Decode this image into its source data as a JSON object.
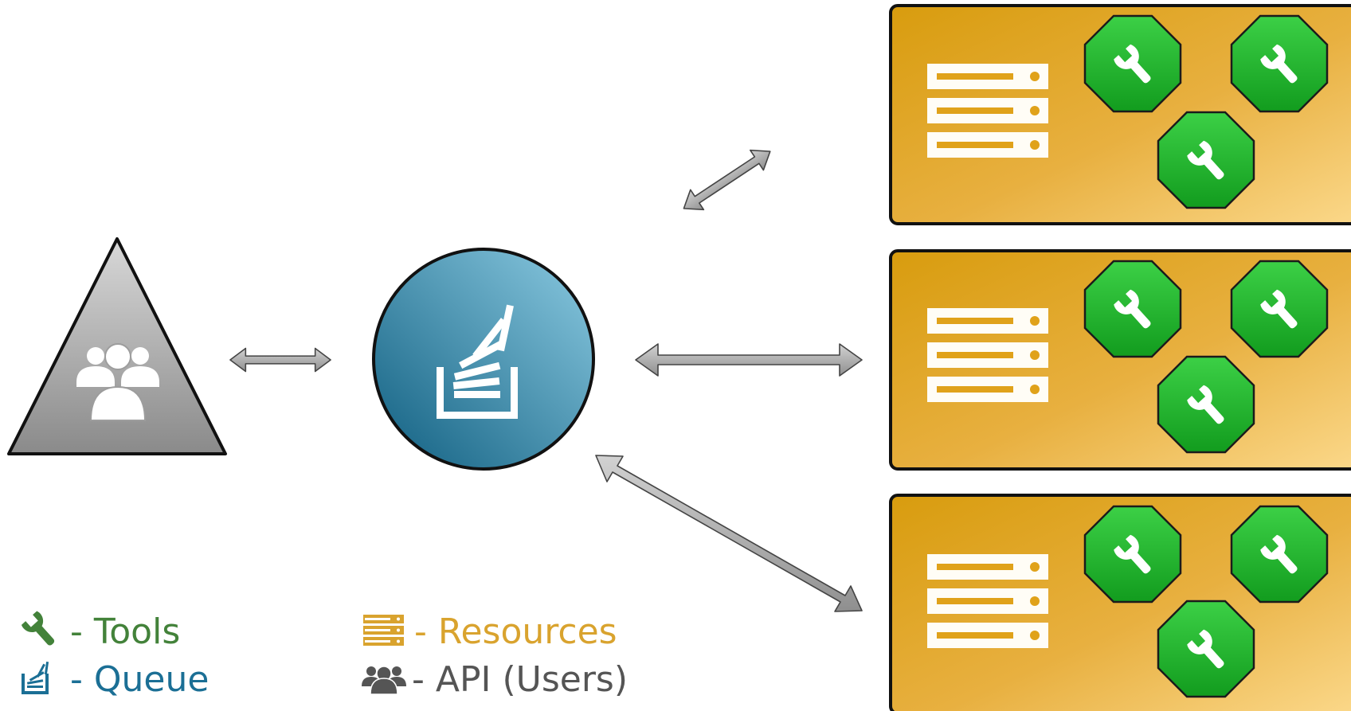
{
  "colors": {
    "tools": "#43823a",
    "queue": "#1b6f95",
    "resources": "#d9a32e",
    "api": "#555555",
    "octagon": "#22b02c",
    "panel": "#e0a21a",
    "arrow": "#a8a8a8"
  },
  "icons": {
    "api": "users-icon",
    "queue": "stack-queue-icon",
    "resource": "server-rack-icon",
    "tool": "wrench-icon"
  },
  "legend": {
    "tools": "- Tools",
    "queue": "- Queue",
    "resources": "- Resources",
    "api": "- API (Users)"
  }
}
